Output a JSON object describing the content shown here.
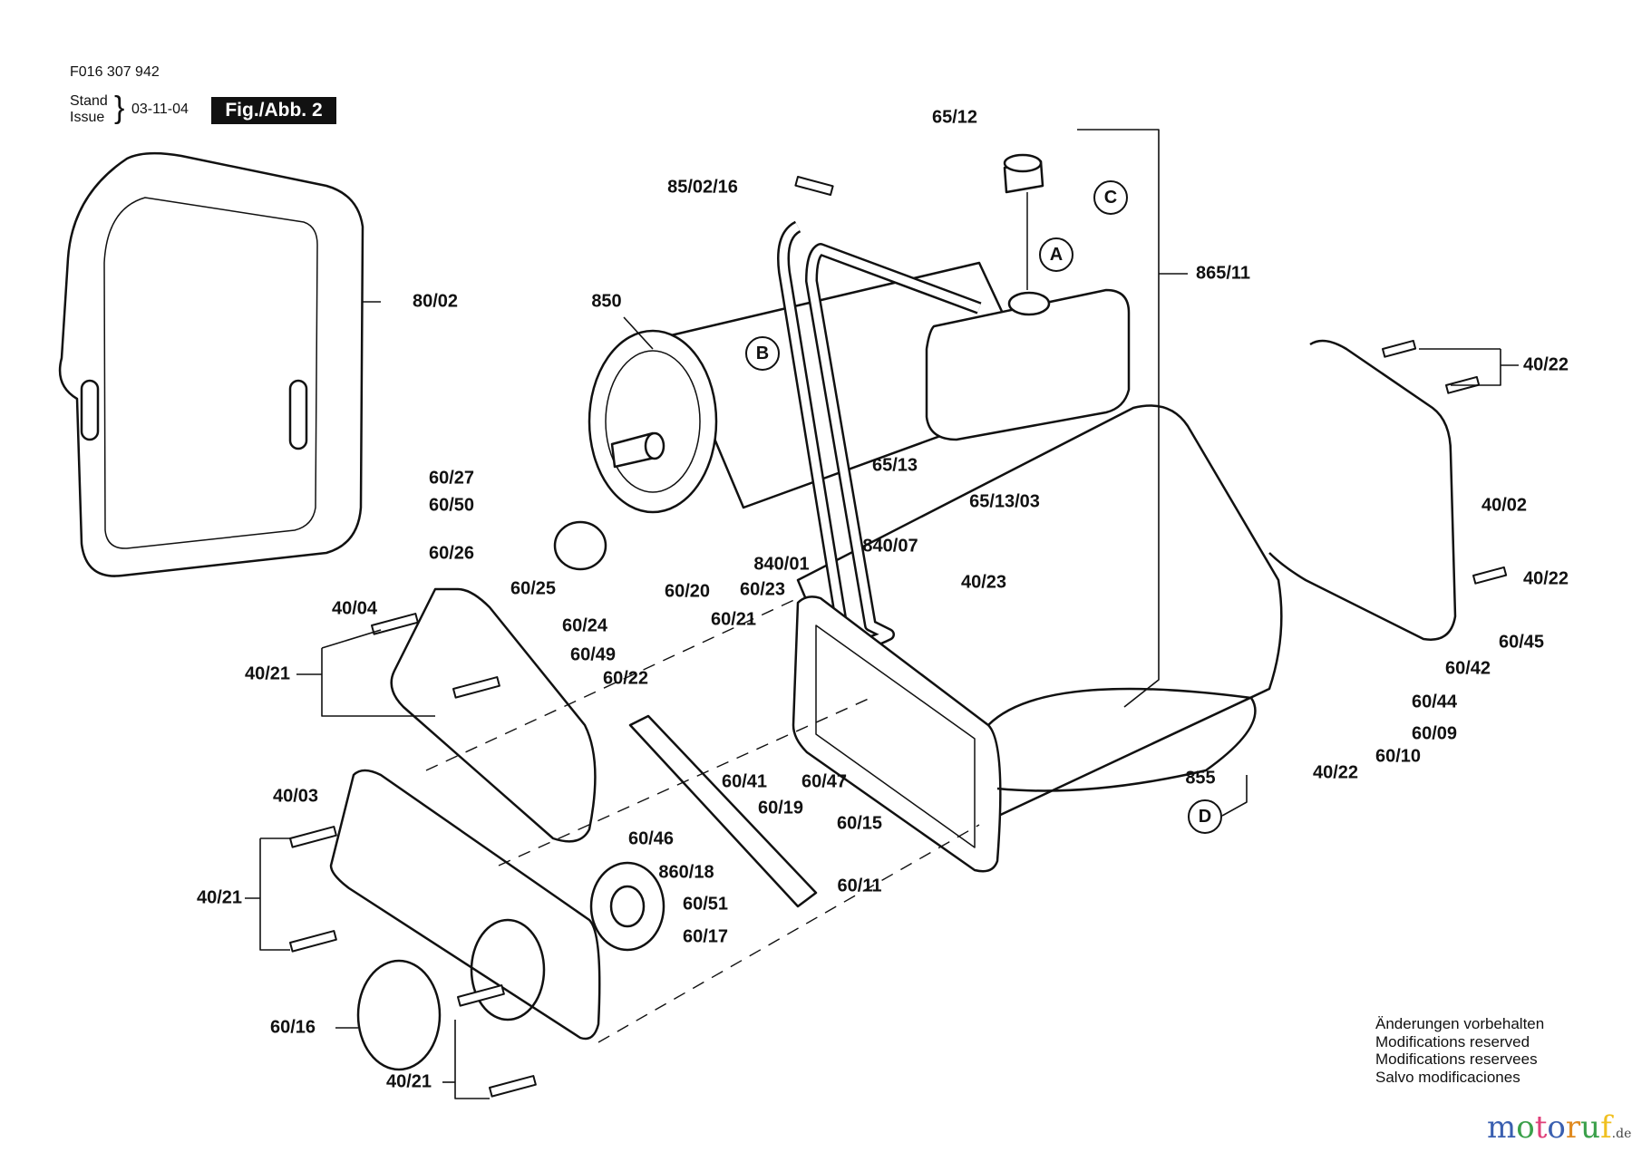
{
  "header": {
    "part_number": "F016 307 942",
    "stand": "Stand",
    "issue": "Issue",
    "date": "03-11-04",
    "figure": "Fig./Abb. 2"
  },
  "labels": [
    "65/12",
    "85/02/16",
    "865/11",
    "80/02",
    "850",
    "40/22",
    "60/27",
    "60/50",
    "65/13",
    "65/13/03",
    "40/02",
    "60/26",
    "840/07",
    "840/01",
    "40/23",
    "40/22",
    "60/25",
    "60/20",
    "60/23",
    "40/04",
    "60/24",
    "60/21",
    "60/49",
    "40/21",
    "60/22",
    "60/45",
    "60/42",
    "60/44",
    "60/09",
    "60/41",
    "60/47",
    "60/19",
    "855",
    "60/10",
    "40/22",
    "40/03",
    "60/15",
    "60/46",
    "860/18",
    "60/11",
    "40/21",
    "60/51",
    "60/17",
    "60/16",
    "40/21"
  ],
  "callouts": [
    "A",
    "B",
    "C",
    "D"
  ],
  "notes": [
    "Änderungen vorbehalten",
    "Modifications reserved",
    "Modifications reservees",
    "Salvo modificaciones"
  ],
  "logo": {
    "text": "motoruf",
    "suffix": ".de",
    "colors": [
      "#3a5fb0",
      "#3aa04a",
      "#e0407a",
      "#3a5fb0",
      "#e08a20",
      "#3aa04a",
      "#f0c020"
    ]
  }
}
